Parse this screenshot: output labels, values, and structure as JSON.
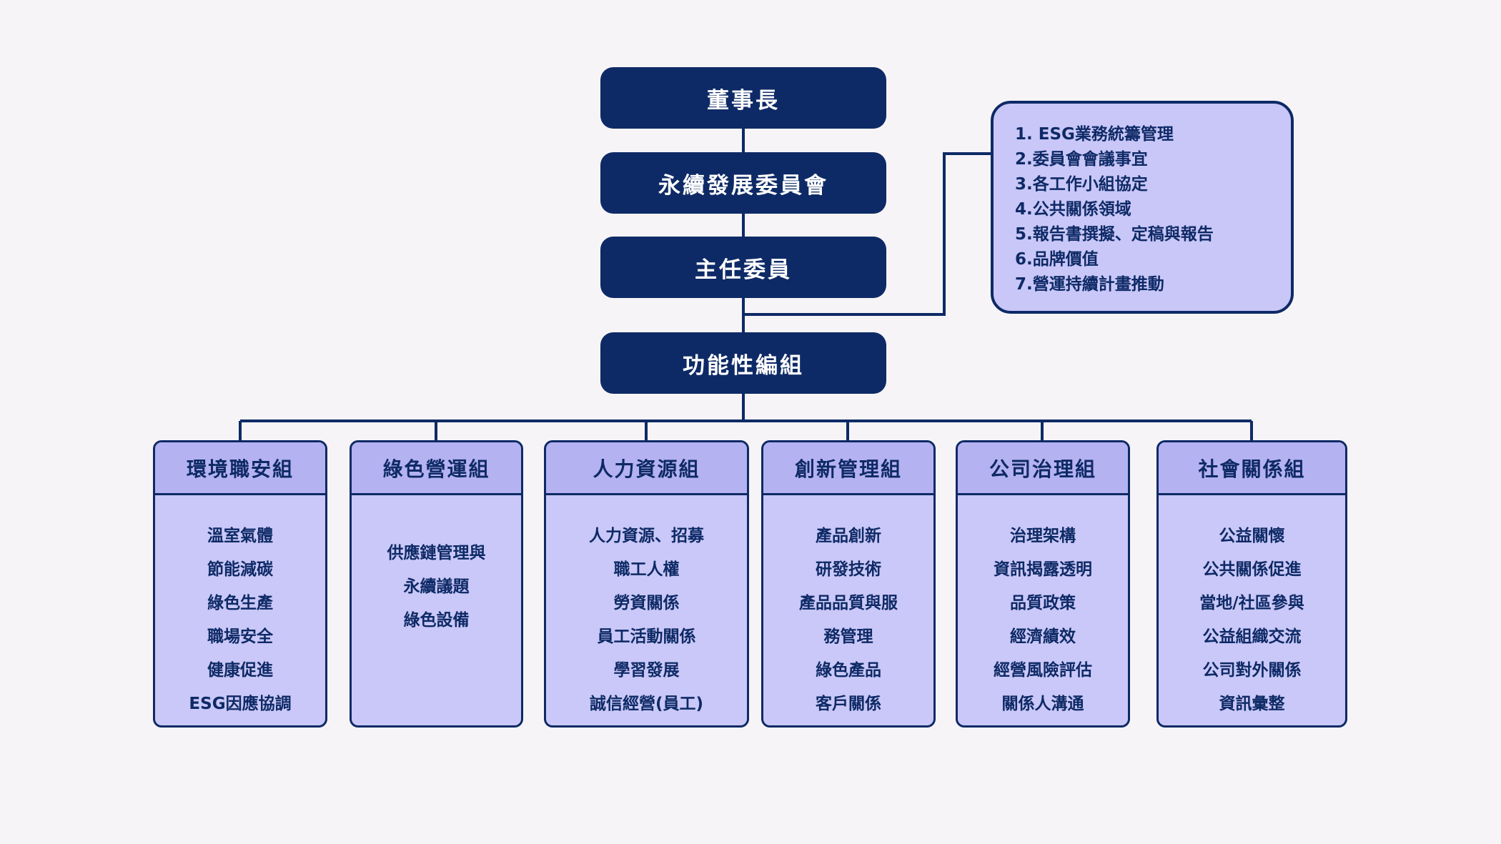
{
  "colors": {
    "background": "#f6f4f6",
    "node_fill": "#0e2a66",
    "node_text": "#ffffff",
    "panel_fill": "#c9c7f8",
    "panel_header_fill": "#b5b2f1",
    "line_and_text": "#0e2a66"
  },
  "hierarchy": {
    "chairman": "董事長",
    "committee": "永續發展委員會",
    "chief_commissioner": "主任委員",
    "functional_grouping": "功能性編組"
  },
  "responsibilities": {
    "items": [
      "1. ESG業務統籌管理",
      "2.委員會會議事宜",
      "3.各工作小組協定",
      "4.公共關係領域",
      "5.報告書撰擬、定稿與報告",
      "6.品牌價值",
      "7.營運持續計畫推動"
    ]
  },
  "groups": [
    {
      "title": "環境職安組",
      "items": [
        "溫室氣體",
        "節能減碳",
        "綠色生產",
        "職場安全",
        "健康促進",
        "ESG因應協調"
      ]
    },
    {
      "title": "綠色營運組",
      "items": [
        "供應鏈管理與",
        "永續議題",
        "綠色設備"
      ]
    },
    {
      "title": "人力資源組",
      "items": [
        "人力資源、招募",
        "職工人權",
        "勞資關係",
        "員工活動關係",
        "學習發展",
        "誠信經營(員工)"
      ]
    },
    {
      "title": "創新管理組",
      "items": [
        "產品創新",
        "研發技術",
        "產品品質與服",
        "務管理",
        "綠色產品",
        "客戶關係"
      ]
    },
    {
      "title": "公司治理組",
      "items": [
        "治理架構",
        "資訊揭露透明",
        "品質政策",
        "經濟績效",
        "經營風險評估",
        "關係人溝通"
      ]
    },
    {
      "title": "社會關係組",
      "items": [
        "公益關懷",
        "公共關係促進",
        "當地/社區參與",
        "公益組織交流",
        "公司對外關係",
        "資訊彙整"
      ]
    }
  ]
}
